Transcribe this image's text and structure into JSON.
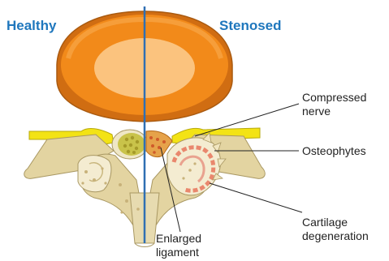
{
  "headings": {
    "left": "Healthy",
    "right": "Stenosed"
  },
  "labels": {
    "compressed_nerve": [
      "Compressed",
      "nerve"
    ],
    "osteophytes": "Osteophytes",
    "cartilage_degeneration": [
      "Cartilage",
      "degeneration"
    ],
    "enlarged_ligament": [
      "Enlarged",
      "ligament"
    ]
  },
  "colors": {
    "heading": "#1f77bd",
    "divider": "#2f6fb3",
    "disc_outer": "#f28a1a",
    "disc_inner": "#fbc37e",
    "nerve": "#f3e315",
    "bone": "#e3d4a1",
    "cartilage": "#e87c62"
  }
}
